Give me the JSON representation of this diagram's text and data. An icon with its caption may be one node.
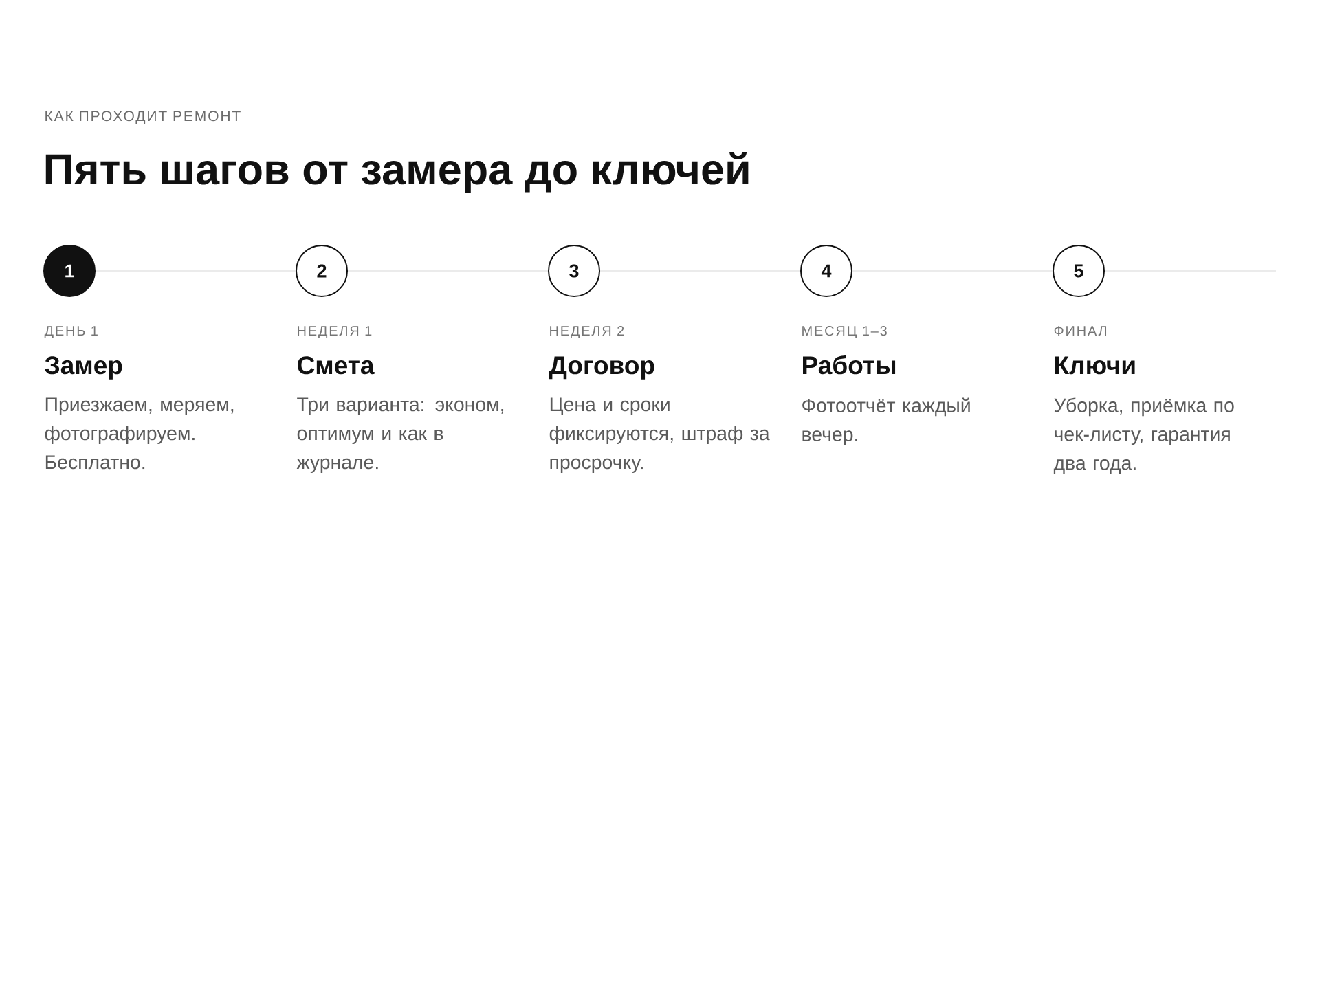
{
  "diagram": {
    "title": "Пять шагов от замера до ключей",
    "nodes": [
      {
        "text": [
          "1"
        ],
        "beside": [
          "ДЕНЬ 1",
          "Замер",
          "Приезжаем, меряем, фотографируем. Бесплатно."
        ]
      },
      {
        "text": [
          "2"
        ],
        "beside": [
          "НЕДЕЛЯ 1",
          "Смета",
          "Три варианта: эконом, оптимум и как в журнале."
        ]
      },
      {
        "text": [
          "3"
        ],
        "beside": [
          "НЕДЕЛЯ 2",
          "Договор",
          "Цена и сроки фиксируются, штраф за просрочку."
        ]
      },
      {
        "text": [
          "4"
        ],
        "beside": [
          "МЕСЯЦ 1–3",
          "Работы",
          "Фотоотчёт каждый вечер."
        ]
      },
      {
        "text": [
          "5"
        ],
        "beside": [
          "ФИНАЛ",
          "Ключи",
          "Уборка, приёмка по чек-листу, гарантия два года."
        ]
      }
    ],
    "edges": [
      {
        "from": 0,
        "to": 1,
        "arrow": "none"
      },
      {
        "from": 1,
        "to": 2,
        "arrow": "none"
      },
      {
        "from": 2,
        "to": 3,
        "arrow": "none"
      },
      {
        "from": 3,
        "to": 4,
        "arrow": "none"
      },
      {
        "from": 4,
        "to": null,
        "arrow": "none"
      }
    ],
    "labels": [
      "КАК ПРОХОДИТ РЕМОНТ"
    ]
  }
}
